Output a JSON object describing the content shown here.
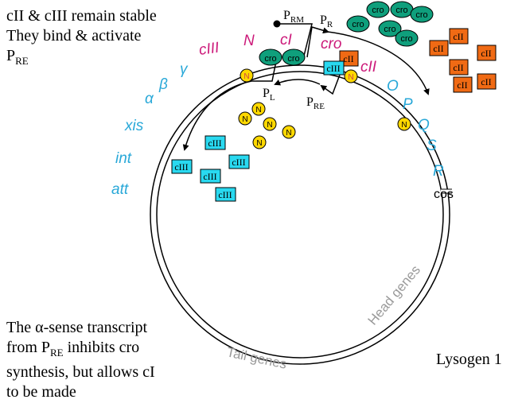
{
  "notes": {
    "top_line1": "cII & cIII remain stable",
    "top_line2": "They bind & activate",
    "top_line3_main": "P",
    "top_line3_sub": "RE",
    "bottom_line1": "The α-sense transcript",
    "bottom_line2_a": "from P",
    "bottom_line2_sub": "RE",
    "bottom_line2_b": " inhibits cro",
    "bottom_line3": "synthesis, but allows cI",
    "bottom_line4": "to be made",
    "state_label": "Lysogen 1"
  },
  "genes": {
    "cIII": "cIII",
    "N": "N",
    "cI": "cI",
    "cro": "cro",
    "cII": "cII",
    "O": "O",
    "P": "P",
    "Q": "Q",
    "S": "S",
    "R": "R",
    "cos": "cos",
    "gamma": "γ",
    "beta": "β",
    "alpha": "α",
    "xis": "xis",
    "int": "int",
    "att": "att",
    "head_genes": "Head genes",
    "tail_genes": "Tail genes"
  },
  "promoters": {
    "prm_main": "P",
    "prm_sub": "RM",
    "pr_main": "P",
    "pr_sub": "R",
    "pl_main": "P",
    "pl_sub": "L",
    "pre_main": "P",
    "pre_sub": "RE"
  },
  "proteins": {
    "cro": "cro",
    "cII": "cII",
    "cIII": "cIII",
    "N": "N"
  },
  "colors": {
    "gene_magenta": "#cc1a7a",
    "gene_cyan": "#29a8d8",
    "gene_gray": "#9a9a9a",
    "cro_fill": "#0f9f7c",
    "cII_fill": "#f06a14",
    "cIII_fill": "#29d9f0",
    "N_fill": "#ffd800"
  }
}
